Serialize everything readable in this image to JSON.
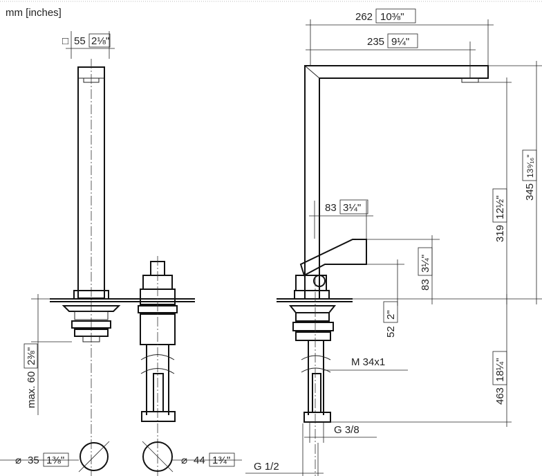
{
  "units_label": "mm [inches]",
  "dims": {
    "square55": {
      "mm": "55",
      "inch": "2⅛\""
    },
    "width262": {
      "mm": "262",
      "inch": "10⅜\""
    },
    "width235": {
      "mm": "235",
      "inch": "9¼\""
    },
    "height345": {
      "mm": "345",
      "inch": "13⁹⁄₁₆\""
    },
    "height319": {
      "mm": "319",
      "inch": "12½\""
    },
    "lever83h": {
      "mm": "83",
      "inch": "3¼\""
    },
    "lever83v": {
      "mm": "83",
      "inch": "3¼\""
    },
    "height52": {
      "mm": "52",
      "inch": "2\""
    },
    "height463": {
      "mm": "463",
      "inch": "18¼\""
    },
    "max60": {
      "mm": "max. 60",
      "inch": "2⅜\""
    },
    "dia35": {
      "mm": "35",
      "inch": "1⅜\""
    },
    "dia44": {
      "mm": "44",
      "inch": "1¾\""
    }
  },
  "threads": {
    "m34": "M 34x1",
    "g38": "G 3/8",
    "g12": "G 1/2"
  },
  "symbols": {
    "square": "□",
    "diameter": "⌀"
  }
}
